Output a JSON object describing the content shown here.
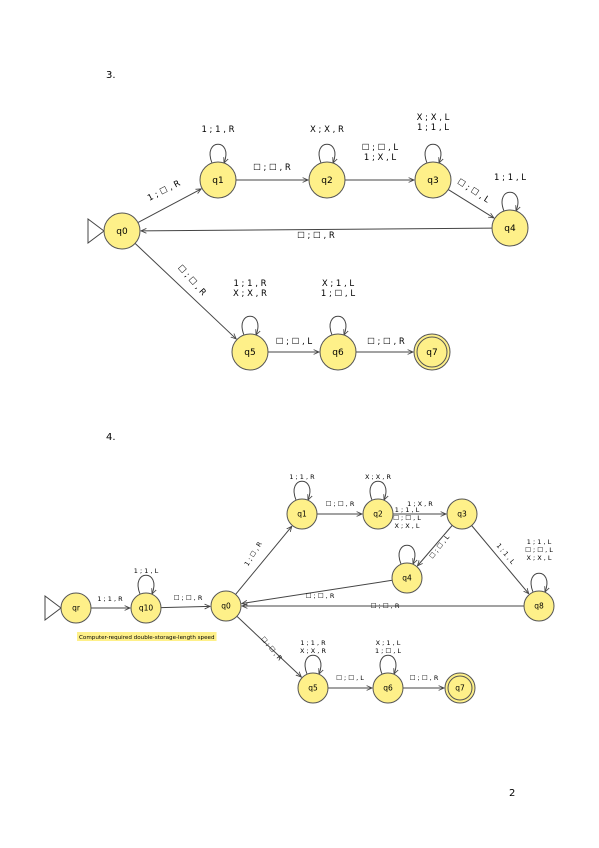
{
  "page_number": "2",
  "blank_symbol": "☐",
  "diagrams": [
    {
      "label": "3.",
      "states": [
        {
          "id": "q0",
          "label": "q0",
          "initial": true
        },
        {
          "id": "q1",
          "label": "q1"
        },
        {
          "id": "q2",
          "label": "q2"
        },
        {
          "id": "q3",
          "label": "q3"
        },
        {
          "id": "q4",
          "label": "q4"
        },
        {
          "id": "q5",
          "label": "q5"
        },
        {
          "id": "q6",
          "label": "q6"
        },
        {
          "id": "q7",
          "label": "q7",
          "accepting": true
        }
      ],
      "transitions": [
        {
          "from": "q1",
          "to": "q1",
          "labels": [
            "1 ; 1 , R"
          ]
        },
        {
          "from": "q2",
          "to": "q2",
          "labels": [
            "X ; X , R"
          ]
        },
        {
          "from": "q3",
          "to": "q3",
          "labels": [
            "X ; X , L",
            "1 ; 1 , L"
          ]
        },
        {
          "from": "q4",
          "to": "q4",
          "labels": [
            "1 ; 1 , L"
          ]
        },
        {
          "from": "q0",
          "to": "q1",
          "labels": [
            "1 ; ☐ , R"
          ]
        },
        {
          "from": "q1",
          "to": "q2",
          "labels": [
            "☐ ; ☐ , R"
          ]
        },
        {
          "from": "q2",
          "to": "q3",
          "labels": [
            "☐ ; ☐ , L",
            "1 ; X , L"
          ]
        },
        {
          "from": "q3",
          "to": "q4",
          "labels": [
            "☐ ; ☐ , L"
          ]
        },
        {
          "from": "q4",
          "to": "q0",
          "labels": [
            "☐ ; ☐ , R"
          ]
        },
        {
          "from": "q0",
          "to": "q5",
          "labels": [
            "☐ ; ☐ , R"
          ]
        },
        {
          "from": "q5",
          "to": "q5",
          "labels": [
            "1 ; 1 , R",
            "X ; X , R"
          ]
        },
        {
          "from": "q6",
          "to": "q6",
          "labels": [
            "X ; 1 , L",
            "1 ; ☐ , L"
          ]
        },
        {
          "from": "q5",
          "to": "q6",
          "labels": [
            "☐ ; ☐ , L"
          ]
        },
        {
          "from": "q6",
          "to": "q7",
          "labels": [
            "☐ ; ☐ , R"
          ]
        }
      ]
    },
    {
      "label": "4.",
      "note": "Computer-required double-storage-length speed",
      "states": [
        {
          "id": "qr",
          "label": "qr",
          "initial": true
        },
        {
          "id": "q10",
          "label": "q10"
        },
        {
          "id": "q0",
          "label": "q0"
        },
        {
          "id": "q1",
          "label": "q1"
        },
        {
          "id": "q2",
          "label": "q2"
        },
        {
          "id": "q3",
          "label": "q3"
        },
        {
          "id": "q4",
          "label": "q4"
        },
        {
          "id": "q8",
          "label": "q8"
        },
        {
          "id": "q5",
          "label": "q5"
        },
        {
          "id": "q6",
          "label": "q6"
        },
        {
          "id": "q7",
          "label": "q7",
          "accepting": true
        }
      ],
      "transitions": [
        {
          "from": "qr",
          "to": "q10",
          "labels": [
            "1 ; 1 , R"
          ]
        },
        {
          "from": "q10",
          "to": "q10",
          "labels": [
            "1 ; 1 , L"
          ]
        },
        {
          "from": "q10",
          "to": "q0",
          "labels": [
            "☐ ; ☐ , R"
          ]
        },
        {
          "from": "q0",
          "to": "q1",
          "labels": [
            "1 ; ☐ , R"
          ]
        },
        {
          "from": "q1",
          "to": "q1",
          "labels": [
            "1 ; 1 , R"
          ]
        },
        {
          "from": "q1",
          "to": "q2",
          "labels": [
            "☐ ; ☐ , R"
          ]
        },
        {
          "from": "q2",
          "to": "q2",
          "labels": [
            "X ; X , R"
          ]
        },
        {
          "from": "q2",
          "to": "q3",
          "labels": [
            "1 ; X , R"
          ]
        },
        {
          "from": "q3",
          "to": "q4",
          "labels": [
            "☐ ; ☐ , L"
          ]
        },
        {
          "from": "q4",
          "to": "q4",
          "labels": [
            "1 ; 1 , L",
            "☐ ; ☐ , L",
            "X ; X , L"
          ]
        },
        {
          "from": "q4",
          "to": "q0",
          "labels": [
            "☐ ; ☐ , R"
          ]
        },
        {
          "from": "q3",
          "to": "q8",
          "labels": [
            "1 ; 1 , L"
          ]
        },
        {
          "from": "q8",
          "to": "q8",
          "labels": [
            "1 ; 1 , L",
            "☐ ; ☐ , L",
            "X ; X , L"
          ]
        },
        {
          "from": "q8",
          "to": "q0",
          "labels": [
            "☐ ; ☐ , R"
          ]
        },
        {
          "from": "q0",
          "to": "q5",
          "labels": [
            "☐ ; ☐ , R"
          ]
        },
        {
          "from": "q5",
          "to": "q5",
          "labels": [
            "1 ; 1 , R",
            "X ; X , R"
          ]
        },
        {
          "from": "q6",
          "to": "q6",
          "labels": [
            "X ; 1 , L",
            "1 ; ☐ , L"
          ]
        },
        {
          "from": "q5",
          "to": "q6",
          "labels": [
            "☐ ; ☐ , L"
          ]
        },
        {
          "from": "q6",
          "to": "q7",
          "labels": [
            "☐ ; ☐ , R"
          ]
        }
      ]
    }
  ]
}
